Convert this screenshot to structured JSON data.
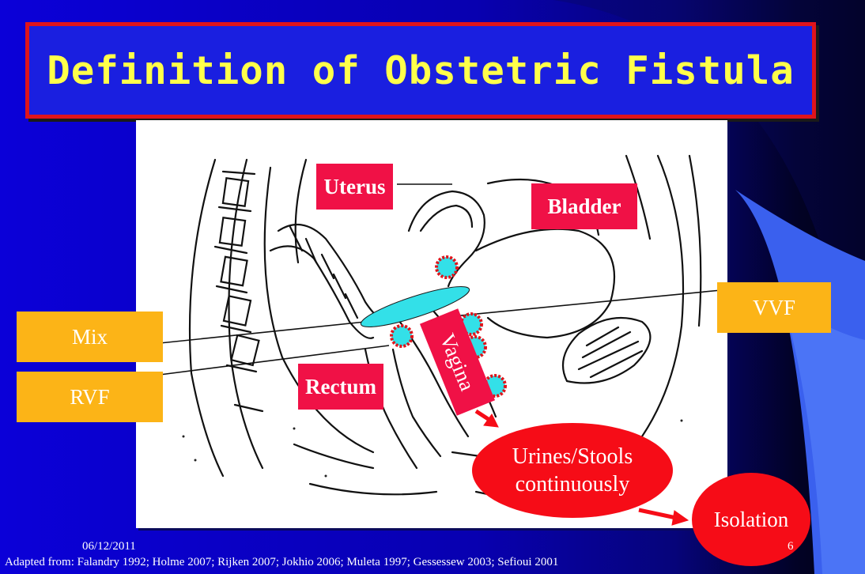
{
  "slide": {
    "title": "Definition of Obstetric Fistula",
    "date": "06/12/2011",
    "page_number": "6",
    "source_note": "Adapted from: Falandry 1992; Holme 2007; Rijken 2007; Jokhio 2006; Muleta 1997; Gessessew 2003; Sefioui 2001"
  },
  "diagram": {
    "organs": {
      "uterus": "Uterus",
      "bladder": "Bladder",
      "rectum": "Rectum",
      "vagina": "Vagina"
    },
    "fistula_types": {
      "vvf": "VVF",
      "mix": "Mix",
      "rvf": "RVF"
    },
    "consequence": {
      "line1": "Urines/Stools",
      "line2": "continuously"
    },
    "outcome": "Isolation"
  },
  "colors": {
    "background": "#0b00d8",
    "title_text": "#ffff4a",
    "title_border": "#e0141b",
    "organ_label": "#f01146",
    "fistula_label": "#fcb417",
    "fistula_marker": "#33e0e8",
    "arrow": "#f60c17"
  }
}
